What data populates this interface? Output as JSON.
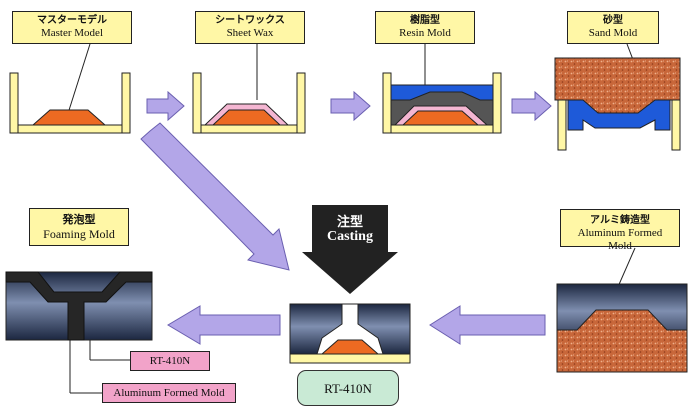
{
  "labels": {
    "master_model": {
      "jp": "マスターモデル",
      "en": "Master Model"
    },
    "sheet_wax": {
      "jp": "シートワックス",
      "en": "Sheet Wax"
    },
    "resin_mold": {
      "jp": "樹脂型",
      "en": "Resin Mold"
    },
    "sand_mold": {
      "jp": "砂型",
      "en": "Sand Mold"
    },
    "foaming_mold": {
      "jp": "発泡型",
      "en": "Foaming Mold"
    },
    "aluminum_formed_mold_top": {
      "jp": "アルミ鋳造型",
      "en": "Aluminum Formed Mold"
    }
  },
  "casting": {
    "jp": "注型",
    "en": "Casting"
  },
  "callouts": {
    "rt410n": "RT-410N",
    "aluminum_formed_mold": "Aluminum Formed Mold",
    "material": "RT-410N"
  },
  "colors": {
    "label_bg": "#fff7a6",
    "arrow": "#b3a6e8",
    "model": "#ec6a22",
    "wax": "#f4b6d2",
    "resin": "#1e5ad9",
    "sand": "#c8673a",
    "metal": "#3a4a6a",
    "callout_pink": "#f2a3c9",
    "callout_green": "#c9ead5"
  }
}
